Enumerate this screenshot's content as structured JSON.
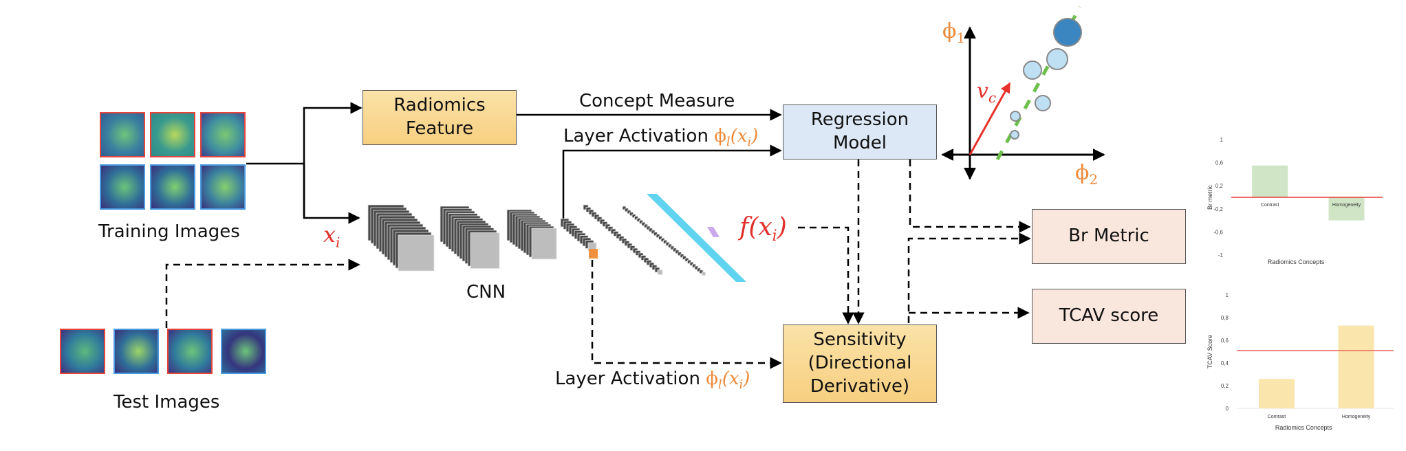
{
  "diagram": {
    "left": {
      "training_label": "Training Images",
      "test_label": "Test Images",
      "training_images": [
        {
          "class": "positive",
          "border_color": "#e6453c",
          "tones": [
            "#3a7fa0",
            "#6fc47a",
            "#2f5c92"
          ]
        },
        {
          "class": "positive",
          "border_color": "#e6453c",
          "tones": [
            "#3a9a8e",
            "#b7d85a",
            "#2d8a8a"
          ]
        },
        {
          "class": "positive",
          "border_color": "#e6453c",
          "tones": [
            "#3f8ea0",
            "#7ac873",
            "#3a3f8e"
          ]
        },
        {
          "class": "negative",
          "border_color": "#4a9be0",
          "tones": [
            "#2f6e98",
            "#6cc47a",
            "#3a2f7a"
          ]
        },
        {
          "class": "negative",
          "border_color": "#4a9be0",
          "tones": [
            "#2f6e98",
            "#7fd070",
            "#3a2f7a"
          ]
        },
        {
          "class": "negative",
          "border_color": "#4a9be0",
          "tones": [
            "#3a7fa0",
            "#86cf6e",
            "#3a2f7a"
          ]
        }
      ],
      "test_images": [
        {
          "class": "positive",
          "border_color": "#e6453c",
          "tones": [
            "#2f7a9c",
            "#5cb87c",
            "#40307e"
          ]
        },
        {
          "class": "negative",
          "border_color": "#4a9be0",
          "tones": [
            "#2f6e98",
            "#9bd567",
            "#3a2f7a"
          ]
        },
        {
          "class": "positive",
          "border_color": "#e6453c",
          "tones": [
            "#2f7a9c",
            "#6cc47a",
            "#40307e"
          ]
        },
        {
          "class": "negative",
          "border_color": "#4a9be0",
          "tones": [
            "#34357e",
            "#6cc47a",
            "#2f6e98"
          ]
        }
      ]
    },
    "boxes": {
      "radiomics": "Radiomics\nFeature",
      "regression": "Regression\nModel",
      "sensitivity": "Sensitivity\n(Directional\nDerivative)",
      "br_metric": "Br Metric",
      "tcav_score": "TCAV score"
    },
    "labels": {
      "concept_measure": "Concept Measure",
      "layer_activation_top": "Layer Activation",
      "layer_activation_bottom": "Layer Activation",
      "phi_l": "ϕ",
      "phi_l_sub": "l",
      "phi_l_arg": "(x",
      "phi_l_arg_sub": "i",
      "phi_l_close": ")",
      "x_i": "x",
      "x_i_sub": "i",
      "f_xi": "f(x",
      "f_xi_sub": "i",
      "f_xi_close": ")",
      "cnn": "CNN"
    },
    "concept_space": {
      "axis_y": "ϕ",
      "axis_y_sub": "1",
      "axis_x": "ϕ",
      "axis_x_sub": "2",
      "vector": "v",
      "vector_sub": "c",
      "vector_color": "#e8312a",
      "boundary_color": "#6cbf4a",
      "point_color_light": "#bfdff2",
      "point_color_dark": "#3b86c0"
    },
    "colors": {
      "yellow_box": "#f9d890",
      "blue_box": "#dce8f5",
      "peach_box": "#f9e6dc",
      "orange_math": "#ef8a3a",
      "red_math": "#e12f2a",
      "dense_layer": "#5fd3ef",
      "output_node": "#c9a8ec",
      "activation_unit": "#f0923e"
    }
  },
  "chart_data": [
    {
      "type": "bar",
      "title": "",
      "xlabel": "Radiomics Concepts",
      "ylabel": "Br metric",
      "categories": [
        "Contrast",
        "Homogeneity"
      ],
      "values": [
        0.55,
        -0.4
      ],
      "ylim": [
        -1,
        1
      ],
      "yticks": [
        "1",
        "0,6",
        "0,2",
        "-0,2",
        "-0,6",
        "-1"
      ],
      "ytick_values": [
        1,
        0.6,
        0.2,
        -0.2,
        -0.6,
        -1
      ],
      "reference_line": 0,
      "bar_color": "#cfe5c5",
      "line_color": "#e53a32",
      "grid": false,
      "legend": "none"
    },
    {
      "type": "bar",
      "title": "",
      "xlabel": "Radiomics Concepts",
      "ylabel": "TCAV Score",
      "categories": [
        "Contrast",
        "Homogeneity"
      ],
      "values": [
        0.26,
        0.73
      ],
      "ylim": [
        0,
        1
      ],
      "yticks": [
        "0",
        "0,2",
        "0,4",
        "0,6",
        "0,8",
        "1"
      ],
      "ytick_values": [
        0,
        0.2,
        0.4,
        0.6,
        0.8,
        1
      ],
      "reference_line": 0.51,
      "bar_color": "#fae6ad",
      "line_color": "#ec6a60",
      "grid": false,
      "legend": "none"
    }
  ]
}
